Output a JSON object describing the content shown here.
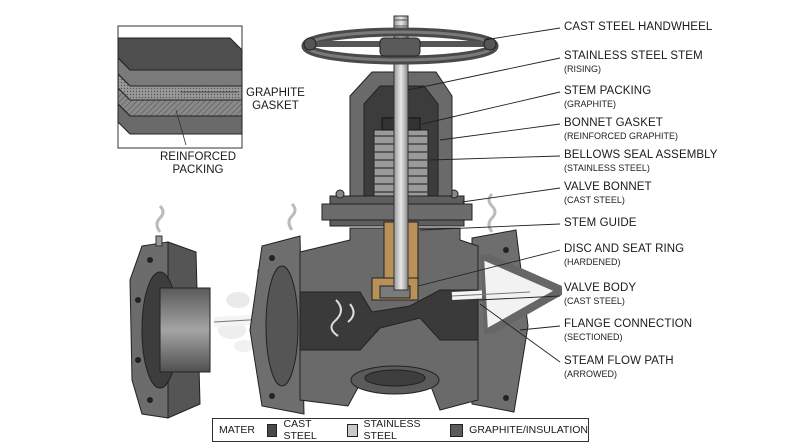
{
  "inset": {
    "gasket_label": [
      "GRAPHITE",
      "GASKET"
    ],
    "packing_label": [
      "REINFORCED",
      "PACKING"
    ]
  },
  "callouts": [
    {
      "main": "CAST STEEL HANDWHEEL",
      "sub": ""
    },
    {
      "main": "STAINLESS STEEL STEM",
      "sub": "(RISING)"
    },
    {
      "main": "STEM PACKING",
      "sub": "(GRAPHITE)"
    },
    {
      "main": "BONNET GASKET",
      "sub": "(REINFORCED GRAPHITE)"
    },
    {
      "main": "BELLOWS SEAL ASSEMBLY",
      "sub": "(STAINLESS STEEL)"
    },
    {
      "main": "VALVE BONNET",
      "sub": "(CAST STEEL)"
    },
    {
      "main": "STEM GUIDE",
      "sub": ""
    },
    {
      "main": "DISC AND SEAT RING",
      "sub": "(HARDENED)"
    },
    {
      "main": "VALVE BODY",
      "sub": "(CAST STEEL)"
    },
    {
      "main": "FLANGE CONNECTION",
      "sub": "(SECTIONED)"
    },
    {
      "main": "STEAM FLOW PATH",
      "sub": "(ARROWED)"
    }
  ],
  "legend": {
    "title": "MATER",
    "items": [
      {
        "label": "CAST STEEL",
        "color": "#4a4a4a"
      },
      {
        "label": "STAINLESS STEEL",
        "color": "#c9c9c9"
      },
      {
        "label": "GRAPHITE/INSULATION",
        "color": "#5c5c5c"
      }
    ]
  },
  "colors": {
    "cast_steel": "#6f6f6f",
    "cast_steel_dark": "#4a4a4a",
    "stainless": "#c9c9c9",
    "graphite": "#3a3a3a",
    "brass": "#b8905a",
    "steam": "#e6e6e6"
  }
}
